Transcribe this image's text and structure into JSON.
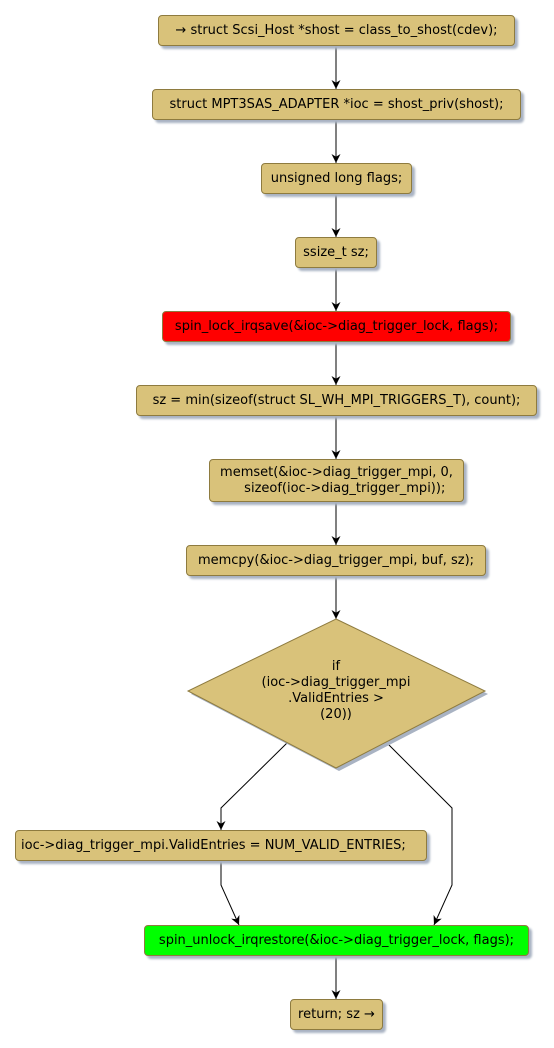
{
  "nodes": {
    "n1": "→ struct Scsi_Host *shost = class_to_shost(cdev);",
    "n2": "struct MPT3SAS_ADAPTER *ioc = shost_priv(shost);",
    "n3": "unsigned long flags;",
    "n4": "ssize_t sz;",
    "n5": "spin_lock_irqsave(&ioc->diag_trigger_lock, flags);",
    "n6": "sz = min(sizeof(struct SL_WH_MPI_TRIGGERS_T), count);",
    "n7": "memset(&ioc->diag_trigger_mpi, 0,\n    sizeof(ioc->diag_trigger_mpi));",
    "n8": "memcpy(&ioc->diag_trigger_mpi, buf, sz);",
    "decision": "if\n(ioc->diag_trigger_mpi\n.ValidEntries >\n(20))",
    "n9": "ioc->diag_trigger_mpi.ValidEntries = NUM_VALID_ENTRIES;",
    "n10": "spin_unlock_irqrestore(&ioc->diag_trigger_lock, flags);",
    "n11": "return; sz →"
  },
  "colors": {
    "node_fill": "#d9c27a",
    "lock_fill": "#ff0000",
    "unlock_fill": "#00ff00",
    "edge": "#000000"
  }
}
